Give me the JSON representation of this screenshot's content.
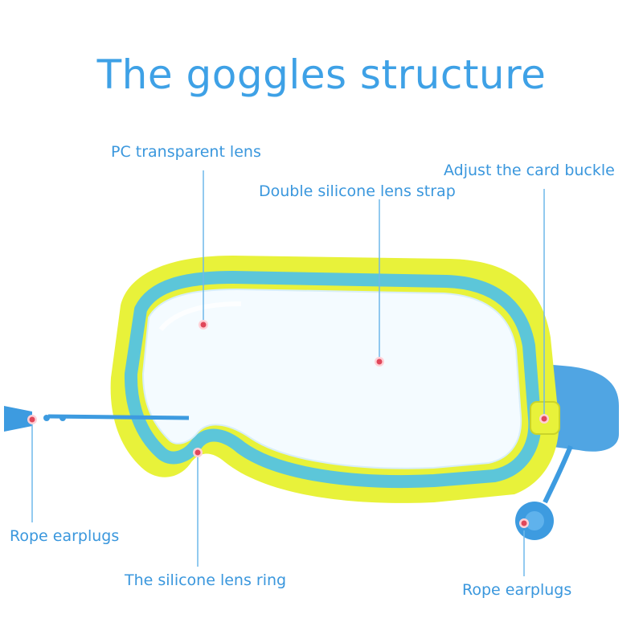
{
  "title": "The goggles structure",
  "labels": {
    "pc_lens": "PC transparent lens",
    "double_strap": "Double silicone lens strap",
    "adjust_buckle": "Adjust the card buckle",
    "rope_earplugs_left": "Rope earplugs",
    "lens_ring": "The silicone lens ring",
    "rope_earplugs_right": "Rope earplugs"
  },
  "colors": {
    "title": "#3ea1e6",
    "label": "#3a97dd",
    "leader_line": "#6fb8ea",
    "marker": "#e0475a",
    "frame_yellow": "#e8f23a",
    "lens_ring_cyan": "#5cc6d9",
    "strap_blue": "#3d9be0"
  }
}
